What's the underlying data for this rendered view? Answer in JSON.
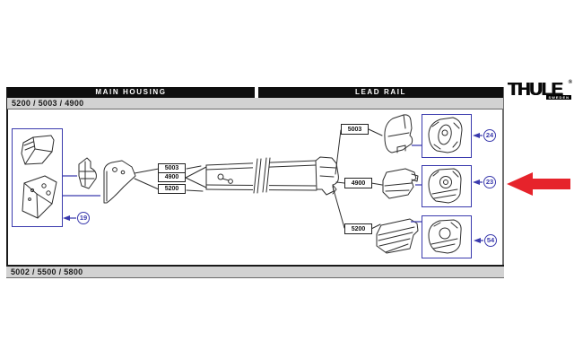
{
  "brand": {
    "name": "THULE",
    "registered": "®",
    "sub": "SWEDEN"
  },
  "header": {
    "sections": [
      {
        "label": "MAIN HOUSING"
      },
      {
        "label": "LEAD RAIL"
      }
    ],
    "top_models": "5200 / 5003 / 4900"
  },
  "footer": {
    "bottom_models": "5002 / 5500 / 5800"
  },
  "diagram": {
    "left_item": "19",
    "mid_labels": [
      "5003",
      "4900",
      "5200"
    ],
    "rows": [
      {
        "model": "5003",
        "item": "24"
      },
      {
        "model": "4900",
        "item": "23"
      },
      {
        "model": "5200",
        "item": "54"
      }
    ]
  },
  "highlight": {
    "points_to_item": "23",
    "arrow_color": "#E6232B"
  },
  "colors": {
    "accent_blue": "#3A3AAD",
    "bar_black": "#0E0E0E",
    "strip_gray": "#D2D2D2"
  }
}
